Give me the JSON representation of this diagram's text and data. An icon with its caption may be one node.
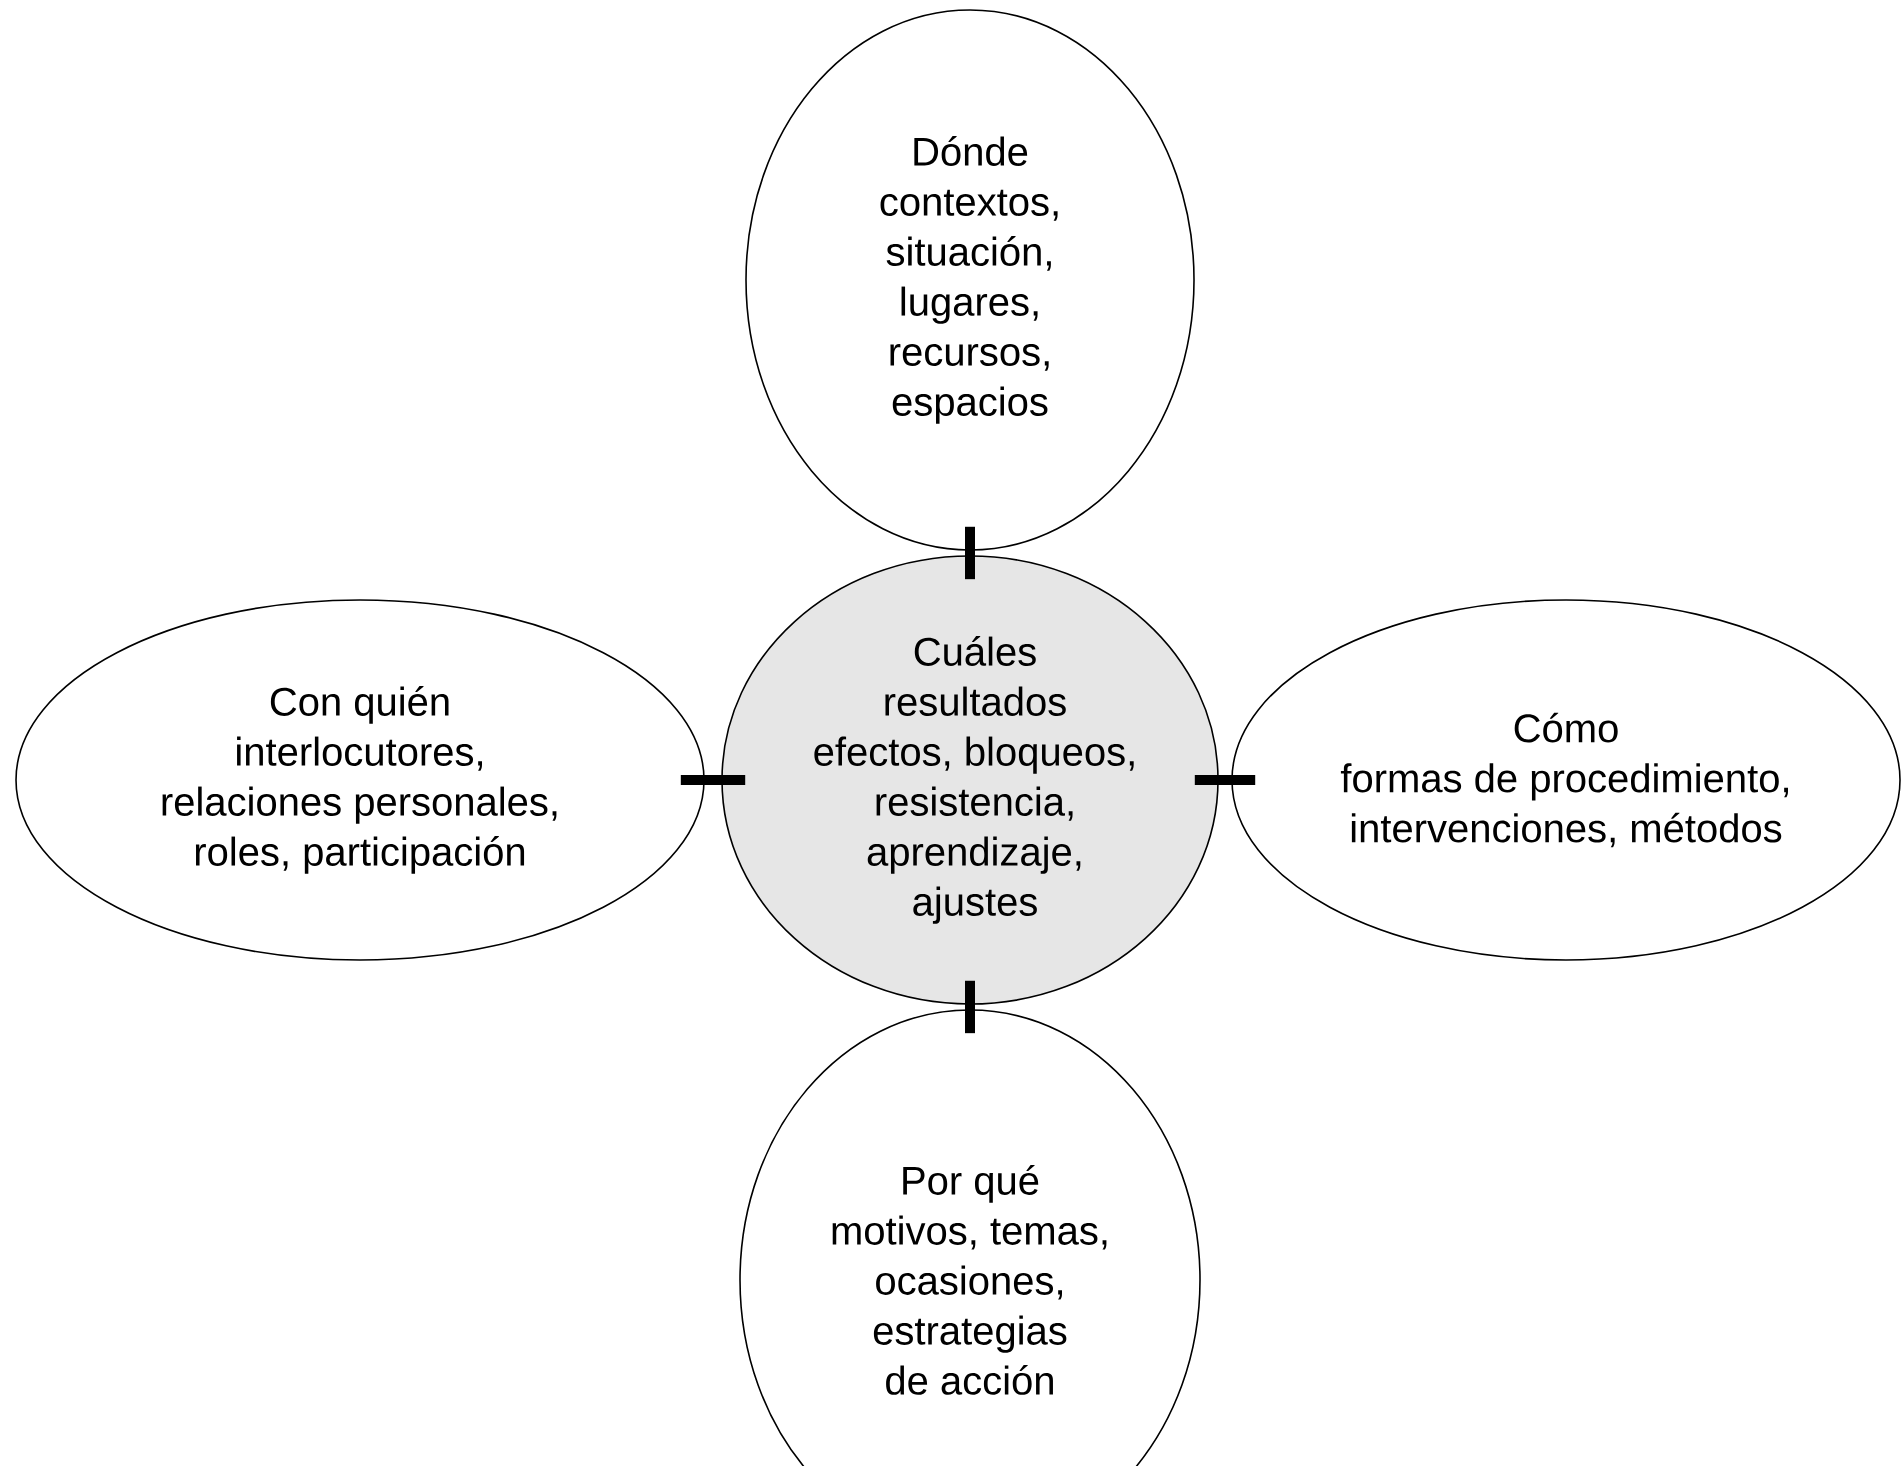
{
  "diagram": {
    "nodes": [
      {
        "text": [
          "Dónde",
          "contextos, situación, lugares, recursos, espacios"
        ]
      },
      {
        "text": [
          "Con quién",
          "interlocutores, relaciones personales, roles, participación"
        ]
      },
      {
        "text": [
          "Cuáles resultados",
          "efectos, bloqueos, resistencia, aprendizaje, ajustes"
        ]
      },
      {
        "text": [
          "Cómo",
          "formas de procedimiento, intervenciones, métodos"
        ]
      },
      {
        "text": [
          "Por qué",
          "motivos, temas, ocasiones, estrategias de acción"
        ]
      }
    ],
    "edges": [
      {
        "from": 2,
        "to": 0,
        "arrow": "none"
      },
      {
        "from": 2,
        "to": 1,
        "arrow": "none"
      },
      {
        "from": 2,
        "to": 3,
        "arrow": "none"
      },
      {
        "from": 2,
        "to": 4,
        "arrow": "none"
      }
    ]
  }
}
